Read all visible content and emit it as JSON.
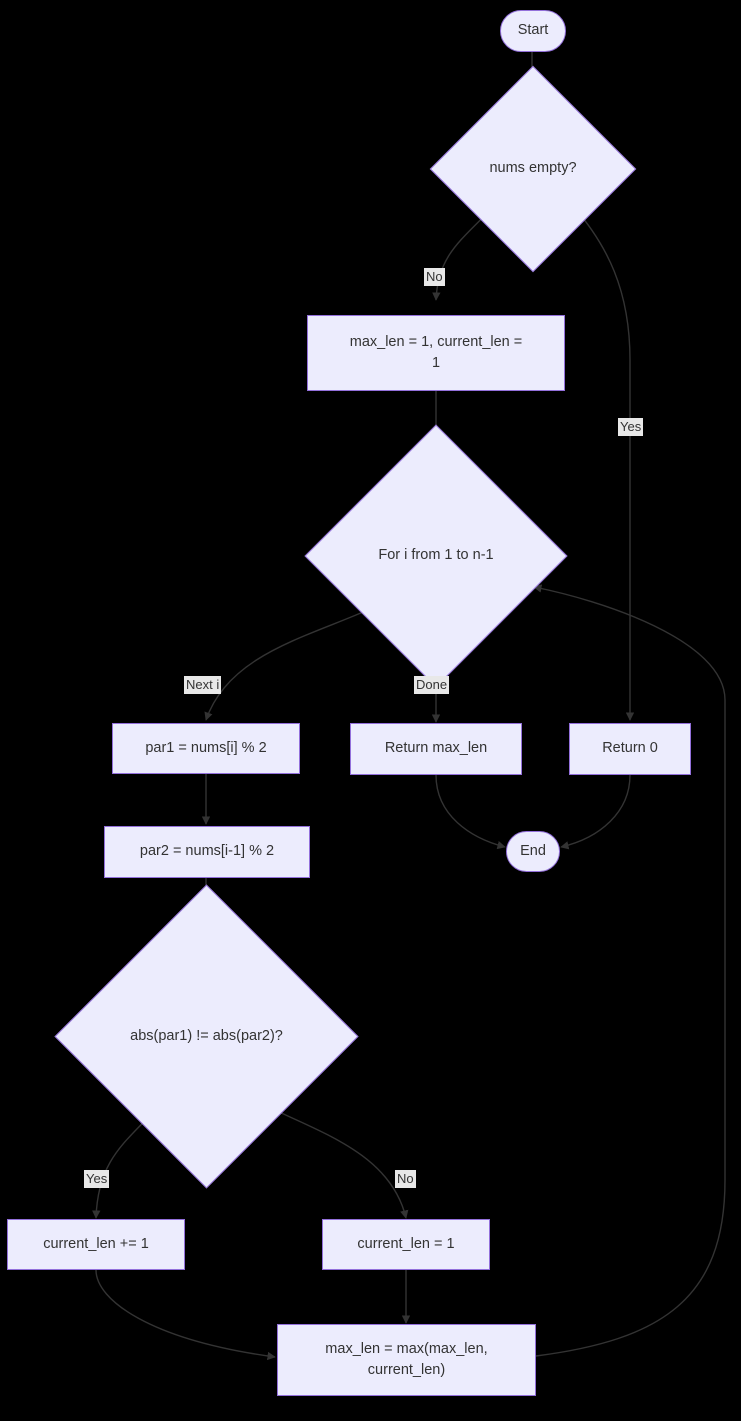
{
  "diagram": {
    "title": "Longest alternating parity subarray flowchart",
    "theme": {
      "background": "#000000",
      "node_fill": "#ECECFD",
      "node_border": "#9370DB",
      "node_text": "#333333",
      "edge_stroke": "#333333",
      "edge_label_bg": "#E8E8E8",
      "edge_label_text": "#333333"
    },
    "nodes": [
      {
        "id": "start",
        "type": "terminal",
        "label": "Start"
      },
      {
        "id": "numsEmpty",
        "type": "decision",
        "label": "nums empty?"
      },
      {
        "id": "init",
        "type": "process",
        "label": "max_len = 1, current_len =\n1"
      },
      {
        "id": "loop",
        "type": "decision",
        "label": "For i from 1 to n-1"
      },
      {
        "id": "par1",
        "type": "process",
        "label": "par1 = nums[i] % 2"
      },
      {
        "id": "par2",
        "type": "process",
        "label": "par2 = nums[i-1] % 2"
      },
      {
        "id": "absCheck",
        "type": "decision",
        "label": "abs(par1) != abs(par2)?"
      },
      {
        "id": "incLen",
        "type": "process",
        "label": "current_len += 1"
      },
      {
        "id": "resetLen",
        "type": "process",
        "label": "current_len = 1"
      },
      {
        "id": "updateMax",
        "type": "process",
        "label": "max_len = max(max_len,\ncurrent_len)"
      },
      {
        "id": "returnMax",
        "type": "process",
        "label": "Return max_len"
      },
      {
        "id": "returnZero",
        "type": "process",
        "label": "Return 0"
      },
      {
        "id": "end",
        "type": "terminal",
        "label": "End"
      }
    ],
    "edges": [
      {
        "from": "start",
        "to": "numsEmpty",
        "label": ""
      },
      {
        "from": "numsEmpty",
        "to": "init",
        "label": "No"
      },
      {
        "from": "numsEmpty",
        "to": "returnZero",
        "label": "Yes"
      },
      {
        "from": "init",
        "to": "loop",
        "label": ""
      },
      {
        "from": "loop",
        "to": "par1",
        "label": "Next i"
      },
      {
        "from": "loop",
        "to": "returnMax",
        "label": "Done"
      },
      {
        "from": "par1",
        "to": "par2",
        "label": ""
      },
      {
        "from": "par2",
        "to": "absCheck",
        "label": ""
      },
      {
        "from": "absCheck",
        "to": "incLen",
        "label": "Yes"
      },
      {
        "from": "absCheck",
        "to": "resetLen",
        "label": "No"
      },
      {
        "from": "incLen",
        "to": "updateMax",
        "label": ""
      },
      {
        "from": "resetLen",
        "to": "updateMax",
        "label": ""
      },
      {
        "from": "updateMax",
        "to": "loop",
        "label": ""
      },
      {
        "from": "returnMax",
        "to": "end",
        "label": ""
      },
      {
        "from": "returnZero",
        "to": "end",
        "label": ""
      }
    ],
    "edge_labels": {
      "no_empty": "No",
      "yes_empty": "Yes",
      "next_i": "Next i",
      "done": "Done",
      "yes_parity": "Yes",
      "no_parity": "No"
    }
  }
}
